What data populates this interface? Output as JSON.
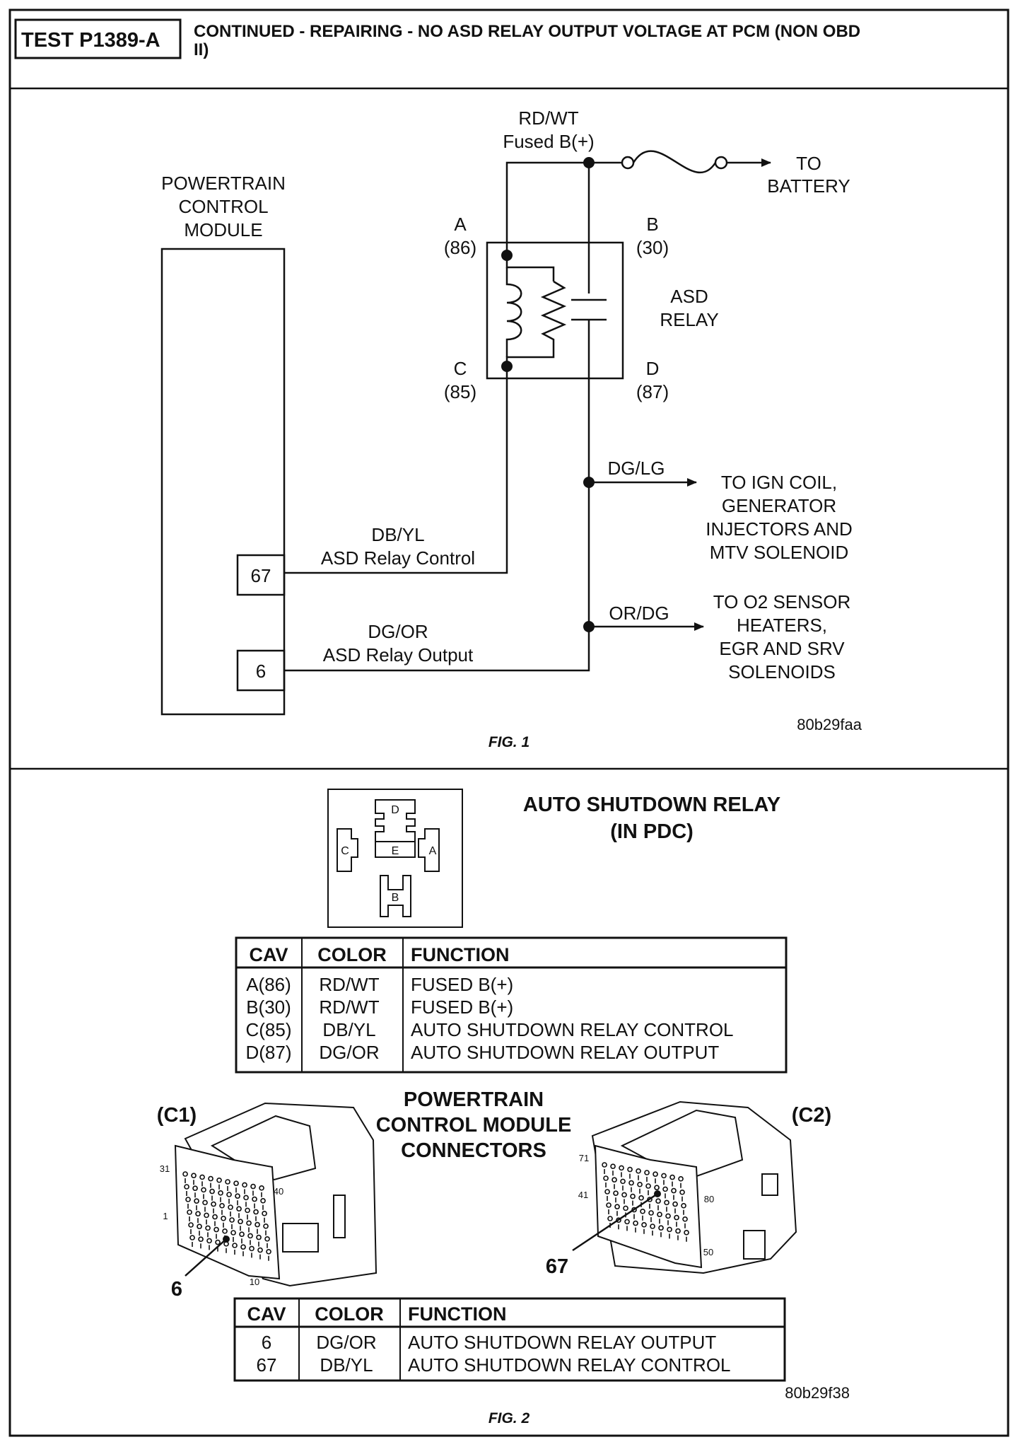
{
  "header": {
    "test_id": "TEST P1389-A",
    "title_line1": "CONTINUED - REPAIRING - NO ASD RELAY OUTPUT VOLTAGE AT PCM (NON OBD",
    "title_line2": "II)"
  },
  "fig1": {
    "pcm_label": [
      "POWERTRAIN",
      "CONTROL",
      "MODULE"
    ],
    "pin_67": "67",
    "pin_6": "6",
    "top_wire_color": "RD/WT",
    "top_wire_desc": "Fused B(+)",
    "to_battery": [
      "TO",
      "BATTERY"
    ],
    "terminal_a": [
      "A",
      "(86)"
    ],
    "terminal_b": [
      "B",
      "(30)"
    ],
    "terminal_c": [
      "C",
      "(85)"
    ],
    "terminal_d": [
      "D",
      "(87)"
    ],
    "relay_label": [
      "ASD",
      "RELAY"
    ],
    "branch1_color": "DG/LG",
    "branch1_dest": [
      "TO IGN COIL,",
      "GENERATOR",
      "INJECTORS AND",
      "MTV SOLENOID"
    ],
    "ctrl_wire_color": "DB/YL",
    "ctrl_wire_desc": "ASD Relay Control",
    "branch2_color": "OR/DG",
    "branch2_dest": [
      "TO O2 SENSOR",
      "HEATERS,",
      "EGR AND SRV",
      "SOLENOIDS"
    ],
    "out_wire_color": "DG/OR",
    "out_wire_desc": "ASD Relay Output",
    "code": "80b29faa",
    "caption": "FIG. 1"
  },
  "fig2": {
    "relay_title": [
      "AUTO SHUTDOWN RELAY",
      "(IN PDC)"
    ],
    "pdc_labels": {
      "d": "D",
      "e": "E",
      "c": "C",
      "a": "A",
      "b": "B"
    },
    "table1": {
      "headers": [
        "CAV",
        "COLOR",
        "FUNCTION"
      ],
      "rows": [
        [
          "A(86)",
          "RD/WT",
          "FUSED B(+)"
        ],
        [
          "B(30)",
          "RD/WT",
          "FUSED B(+)"
        ],
        [
          "C(85)",
          "DB/YL",
          "AUTO SHUTDOWN RELAY CONTROL"
        ],
        [
          "D(87)",
          "DG/OR",
          "AUTO SHUTDOWN RELAY OUTPUT"
        ]
      ]
    },
    "connectors_title": [
      "POWERTRAIN",
      "CONTROL MODULE",
      "CONNECTORS"
    ],
    "c1_label": "(C1)",
    "c2_label": "(C2)",
    "c1_pins": {
      "p31": "31",
      "p40": "40",
      "p1": "1",
      "p10": "10"
    },
    "c2_pins": {
      "p71": "71",
      "p41": "41",
      "p80": "80",
      "p50": "50"
    },
    "c1_callout": "6",
    "c2_callout": "67",
    "table2": {
      "headers": [
        "CAV",
        "COLOR",
        "FUNCTION"
      ],
      "rows": [
        [
          "6",
          "DG/OR",
          "AUTO SHUTDOWN RELAY OUTPUT"
        ],
        [
          "67",
          "DB/YL",
          "AUTO SHUTDOWN RELAY CONTROL"
        ]
      ]
    },
    "code": "80b29f38",
    "caption": "FIG. 2"
  }
}
